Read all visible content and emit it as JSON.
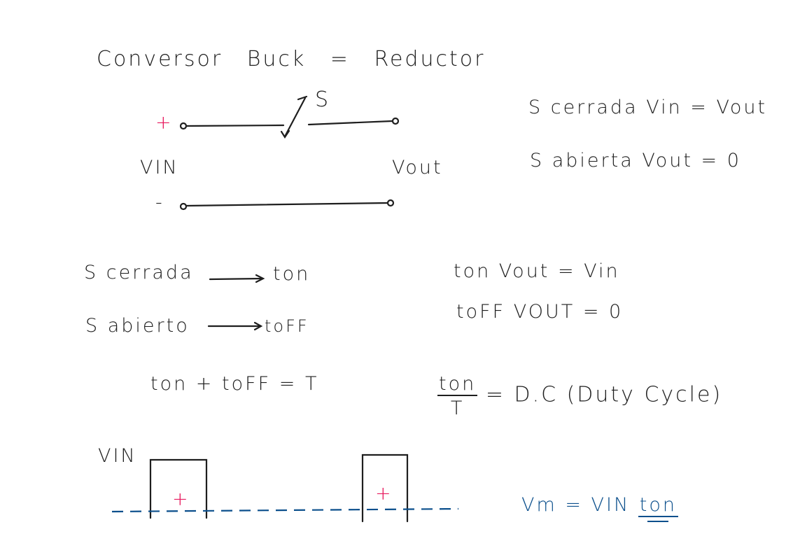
{
  "title": "Conversor Buck = Reductor",
  "circuit": {
    "plus": "+",
    "minus": "-",
    "switch_label": "S",
    "vin_label": "VIN",
    "vout_label": "Vout"
  },
  "states_right": [
    {
      "text": "S cerrada  Vin = Vout"
    },
    {
      "text": "S abierta   Vout = 0"
    }
  ],
  "states_left": [
    {
      "label": "S cerrada",
      "arrow": "⟶",
      "result": "ton"
    },
    {
      "label": "S abierto",
      "arrow": "⟶",
      "result": "toFF"
    }
  ],
  "times": [
    {
      "text": "ton   Vout = Vin"
    },
    {
      "text": "toFF  VOUT = 0"
    }
  ],
  "period_eq": "ton + toFF = T",
  "duty": {
    "numerator": "ton",
    "denominator": "T",
    "rhs": "= D.C (Duty Cycle)"
  },
  "waveform": {
    "vin_label": "VIN",
    "plus_marks": [
      "+",
      "+"
    ]
  },
  "mean_eq": {
    "lhs": "Vm = VIN",
    "numerator": "ton",
    "denominator": ""
  },
  "colors": {
    "ink": "#1e1e1e",
    "accent": "#e8195e",
    "blue": "#0b4f8c"
  }
}
